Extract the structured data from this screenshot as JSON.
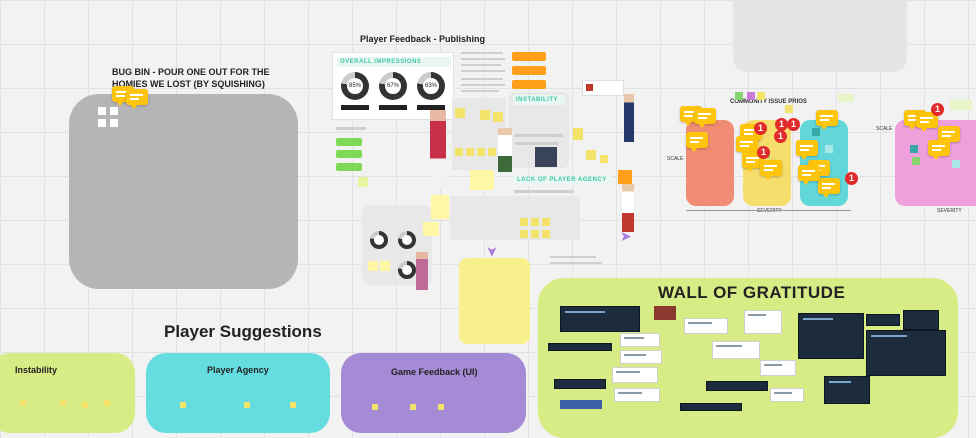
{
  "frames": {
    "bug_bin": "BUG BIN - POUR ONE OUT FOR THE HOMIES WE LOST (BY SQUISHING)",
    "player_feedback": "Player Feedback - Publishing",
    "player_suggestions": "Player Suggestions",
    "wall_of_gratitude": "WALL OF GRATITUDE",
    "instability": "Instability",
    "player_agency": "Player Agency",
    "game_feedback_ui": "Game Feedback (UI)"
  },
  "feedback_board": {
    "overall_impressions": "OVERALL IMPRESSIONS",
    "donut_values": [
      "85%",
      "67%",
      "63%"
    ],
    "small_donut_values": [
      "",
      "",
      ""
    ],
    "instability": "INSTABILITY",
    "lack_of_agency": "LACK OF PLAYER AGENCY"
  },
  "priorities": {
    "title": "COMMUNITY ISSUE PRIOS",
    "y_axis": "SCALE",
    "x_axis": "SEVERITY",
    "x_axis_2": "SEVERITY"
  },
  "comment_badges": [
    "1",
    "1",
    "1",
    "1",
    "1",
    "1",
    "1"
  ],
  "colors": {
    "grey_frame": "#b5b5b5",
    "lime": "#d8ec86",
    "cyan": "#65dde0",
    "purple": "#a58ad6",
    "salmon": "#f08c73",
    "yellow": "#f6dd6c",
    "teal": "#63d6d9",
    "pink": "#ef9fdc",
    "comment": "#ffc40c",
    "badge": "#e12a2a"
  }
}
